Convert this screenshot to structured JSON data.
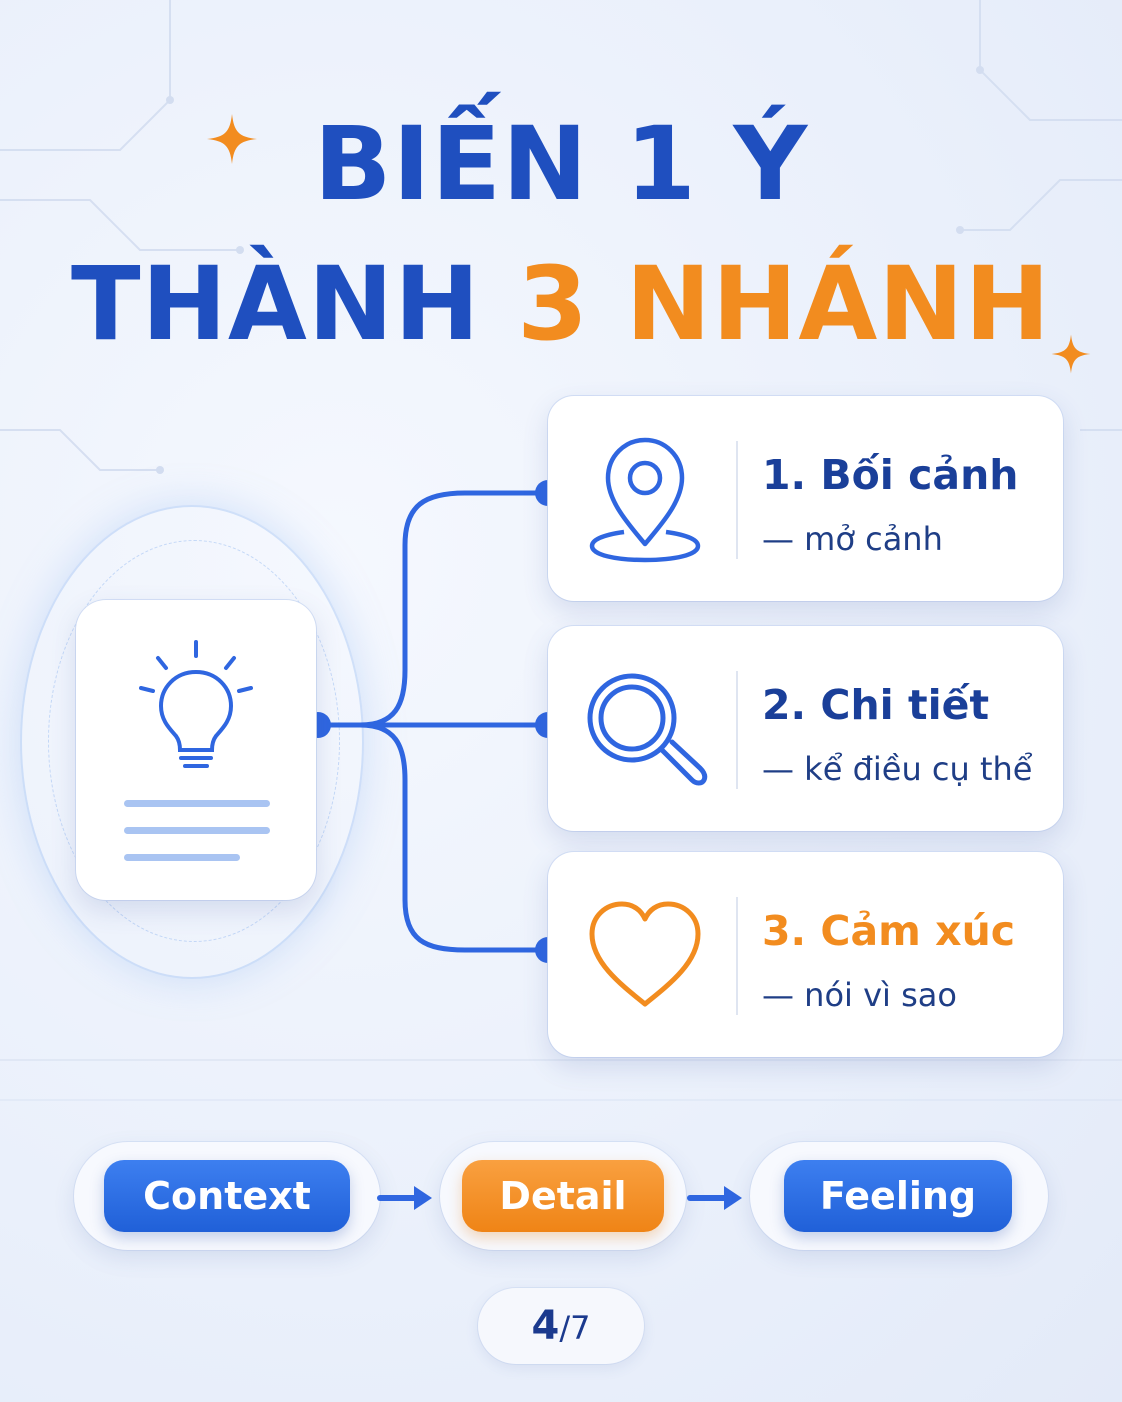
{
  "title": {
    "line1": "BIẾN 1 Ý",
    "line2_prefix": "THÀNH ",
    "line2_accent": "3 NHÁNH"
  },
  "branches": [
    {
      "title": "1. Bối cảnh",
      "subtitle": "— mở cảnh",
      "icon": "location-pin-icon",
      "color": "#1a3f99"
    },
    {
      "title": "2. Chi tiết",
      "subtitle": "— kể điều cụ thể",
      "icon": "magnifier-icon",
      "color": "#1a3f99"
    },
    {
      "title": "3. Cảm xúc",
      "subtitle": "— nói vì sao",
      "icon": "heart-icon",
      "color": "#f28c1f"
    }
  ],
  "idea_card": {
    "icon": "lightbulb-icon"
  },
  "flow": [
    {
      "label": "Context",
      "color": "#2f6fe4"
    },
    {
      "label": "Detail",
      "color": "#f28c1f"
    },
    {
      "label": "Feeling",
      "color": "#2f6fe4"
    }
  ],
  "pager": {
    "current": "4",
    "total": "/7"
  },
  "colors": {
    "primary": "#1f4fbf",
    "accent": "#f28c1f",
    "background": "#eaf0fb"
  }
}
